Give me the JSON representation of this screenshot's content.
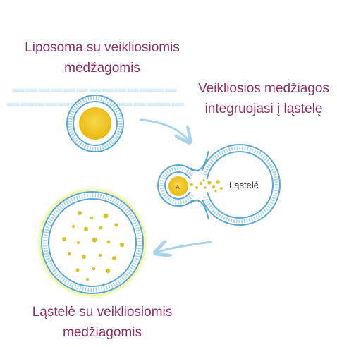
{
  "captions": {
    "liposome": [
      "Liposoma su veikliosiomis",
      "medžagomis"
    ],
    "integration": [
      "Veikliosios medžiagos",
      "integruojasi į ląstelę"
    ],
    "cell_result": [
      "Ląstelė su veikliosiomis",
      "medžiagomis"
    ]
  },
  "labels": {
    "cell": "Ląstelė",
    "active_agent": "AI"
  },
  "colors": {
    "caption": "#8e2f63",
    "membrane": "#5aa7d3",
    "membrane_light": "#bfe0f0",
    "core": "#f2c318",
    "particle": "#d3c62a",
    "glow": "#f3f3a8",
    "arrow": "#a9d3e8"
  }
}
